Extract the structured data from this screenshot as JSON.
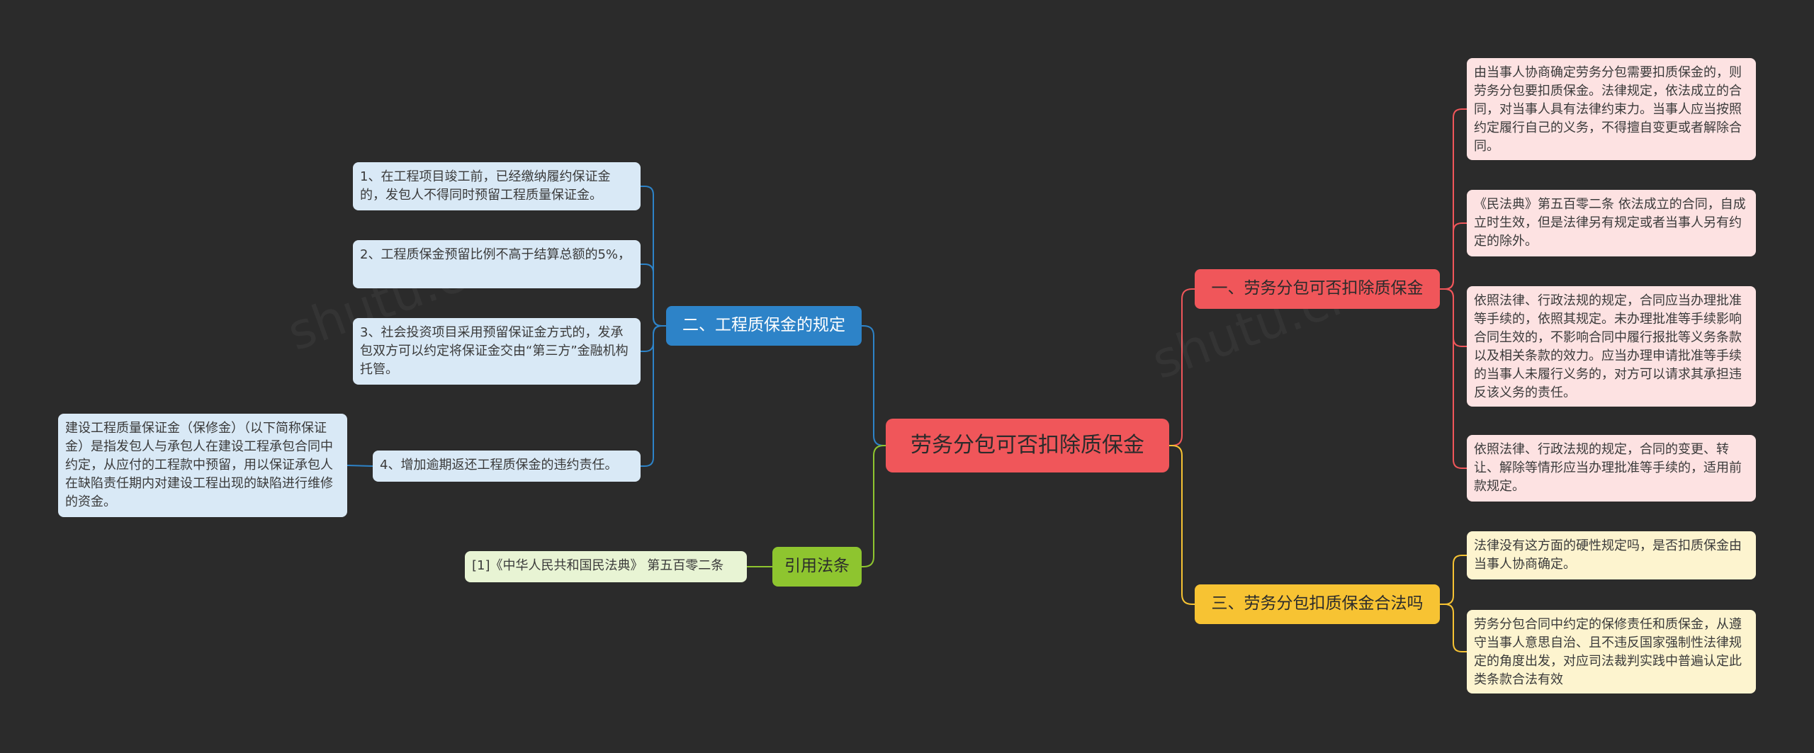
{
  "root": {
    "label": "劳务分包可否扣除质保金"
  },
  "branches": {
    "b1": {
      "label": "一、劳务分包可否扣除质保金",
      "leaves": [
        "由当事人协商确定劳务分包需要扣质保金的，则劳务分包要扣质保金。法律规定，依法成立的合同，对当事人具有法律约束力。当事人应当按照约定履行自己的义务，不得擅自变更或者解除合同。",
        "《民法典》第五百零二条 依法成立的合同，自成立时生效，但是法律另有规定或者当事人另有约定的除外。",
        "依照法律、行政法规的规定，合同应当办理批准等手续的，依照其规定。未办理批准等手续影响合同生效的，不影响合同中履行报批等义务条款以及相关条款的效力。应当办理申请批准等手续的当事人未履行义务的，对方可以请求其承担违反该义务的责任。",
        "依照法律、行政法规的规定，合同的变更、转让、解除等情形应当办理批准等手续的，适用前款规定。"
      ]
    },
    "b2": {
      "label": "二、工程质保金的规定",
      "leaves": [
        "1、在工程项目竣工前，已经缴纳履约保证金的，发包人不得同时预留工程质量保证金。",
        "2、工程质保金预留比例不高于结算总额的5%，",
        "3、社会投资项目采用预留保证金方式的，发承包双方可以约定将保证金交由“第三方”金融机构托管。",
        "4、增加逾期返还工程质保金的违约责任。"
      ],
      "sub_leaf": "建设工程质量保证金（保修金）（以下简称保证金）是指发包人与承包人在建设工程承包合同中约定，从应付的工程款中预留，用以保证承包人在缺陷责任期内对建设工程出现的缺陷进行维修的资金。"
    },
    "b3": {
      "label": "三、劳务分包扣质保金合法吗",
      "leaves": [
        "法律没有这方面的硬性规定吗，是否扣质保金由当事人协商确定。",
        "劳务分包合同中约定的保修责任和质保金，从遵守当事人意思自治、且不违反国家强制性法律规定的角度出发，对应司法裁判实践中普遍认定此类条款合法有效"
      ]
    },
    "b4": {
      "label": "引用法条",
      "leaves": [
        "[1]《中华人民共和国民法典》 第五百零二条"
      ]
    }
  },
  "colors": {
    "background": "#2b2b2b",
    "red": "#f0565a",
    "blue": "#2d83c8",
    "yellow": "#f7c333",
    "green": "#8ec52f"
  }
}
